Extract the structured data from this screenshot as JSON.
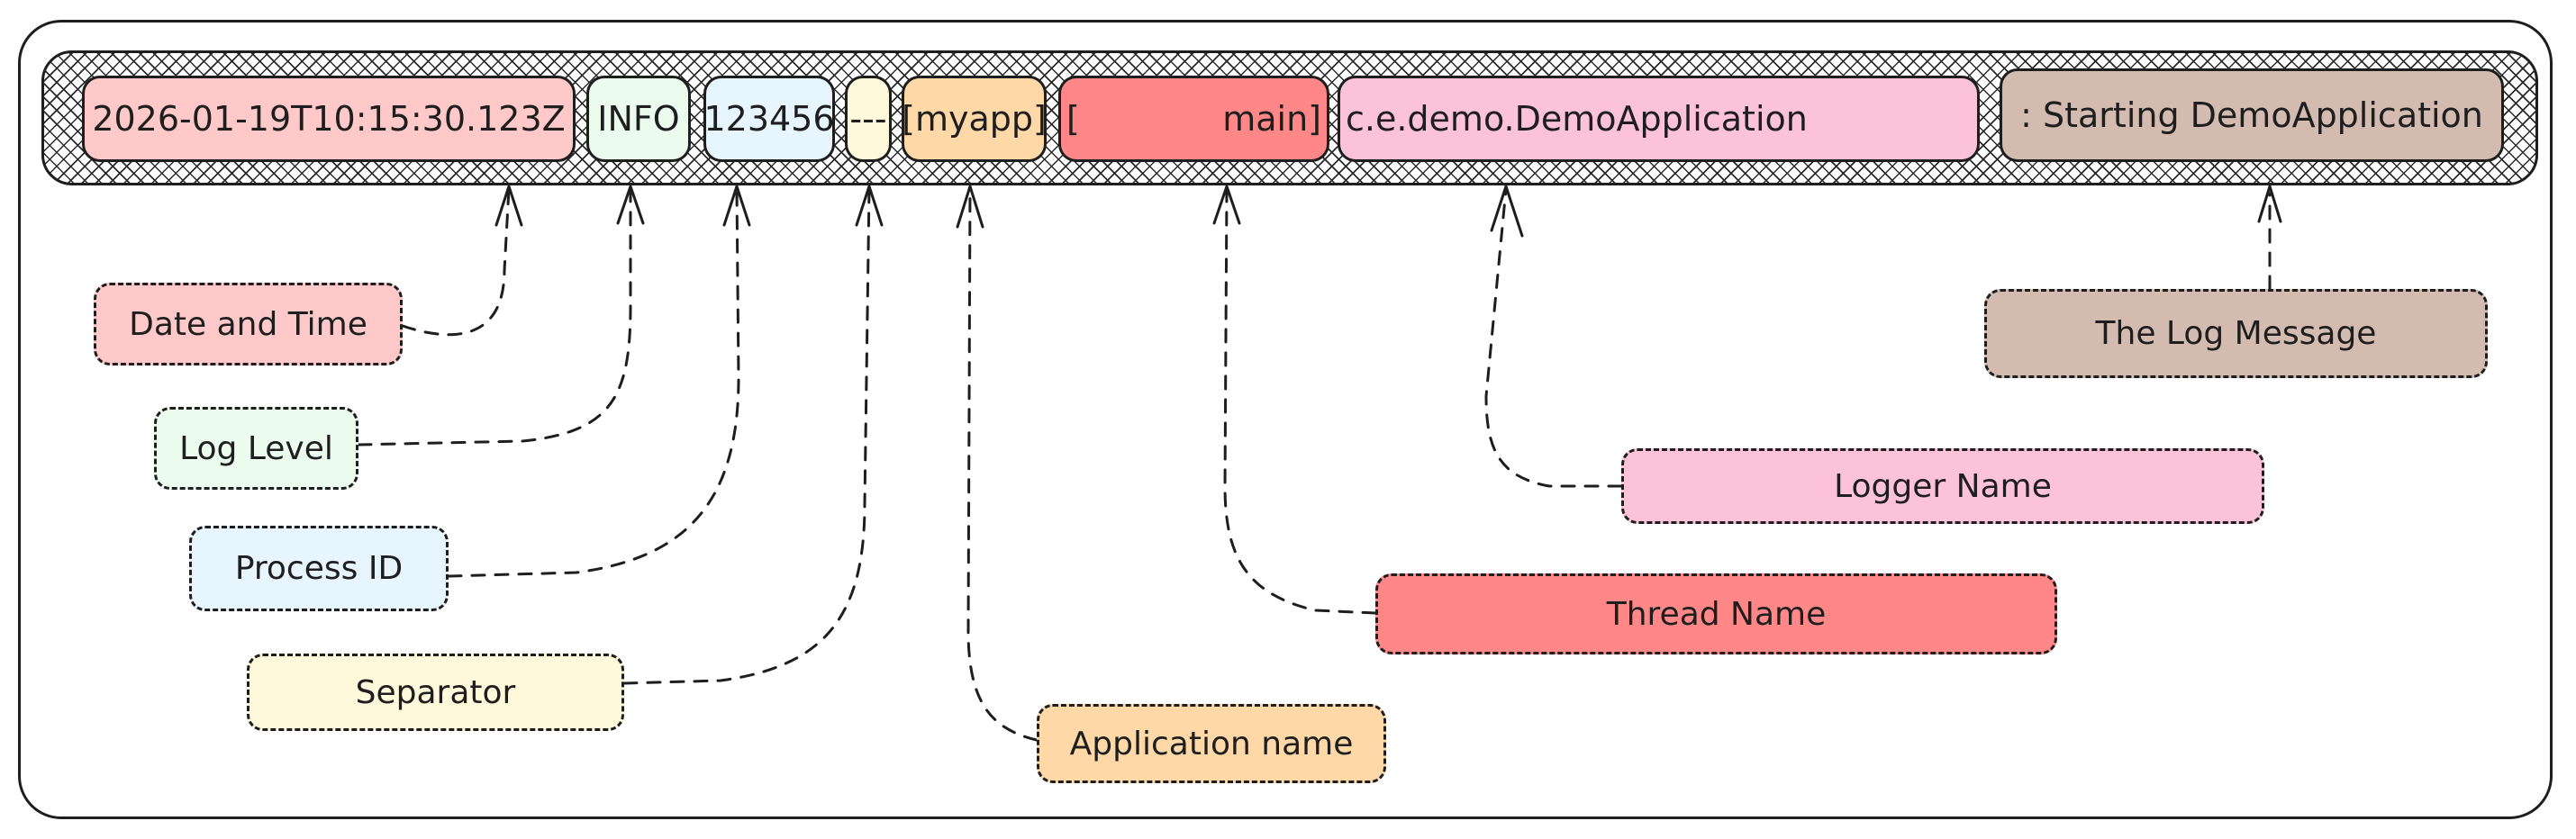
{
  "diagram": {
    "title": "Spring Boot log line anatomy",
    "log_line": {
      "segments": [
        {
          "id": "datetime",
          "text": "2026-01-19T10:15:30.123Z",
          "color": "#ffc9c9"
        },
        {
          "id": "level",
          "text": "INFO",
          "color": "#ebfbee"
        },
        {
          "id": "pid",
          "text": "123456",
          "color": "#e7f5ff"
        },
        {
          "id": "separator",
          "text": "---",
          "color": "#fff9db"
        },
        {
          "id": "app",
          "text": "[myapp]",
          "color": "#ffd8a8"
        },
        {
          "id": "thread_open",
          "text": "[",
          "color": "#ff8787"
        },
        {
          "id": "thread",
          "text": "main]",
          "color": "#ff8787"
        },
        {
          "id": "logger",
          "text": "c.e.demo.DemoApplication",
          "color": "#fcc2d7"
        },
        {
          "id": "message",
          "text": ": Starting DemoApplication",
          "color": "#d3bbb0"
        }
      ]
    },
    "labels": [
      {
        "id": "datetime",
        "text": "Date and Time",
        "color": "#ffc9c9",
        "points_to": "datetime"
      },
      {
        "id": "level",
        "text": "Log Level",
        "color": "#ebfbee",
        "points_to": "level"
      },
      {
        "id": "pid",
        "text": "Process ID",
        "color": "#e7f5ff",
        "points_to": "pid"
      },
      {
        "id": "separator",
        "text": "Separator",
        "color": "#fff9db",
        "points_to": "separator"
      },
      {
        "id": "app",
        "text": "Application name",
        "color": "#ffd8a8",
        "points_to": "app"
      },
      {
        "id": "thread",
        "text": "Thread Name",
        "color": "#ff8787",
        "points_to": "thread"
      },
      {
        "id": "logger",
        "text": "Logger Name",
        "color": "#fcc2d7",
        "points_to": "logger"
      },
      {
        "id": "message",
        "text": "The Log Message",
        "color": "#d3bbb0",
        "points_to": "message"
      }
    ]
  }
}
